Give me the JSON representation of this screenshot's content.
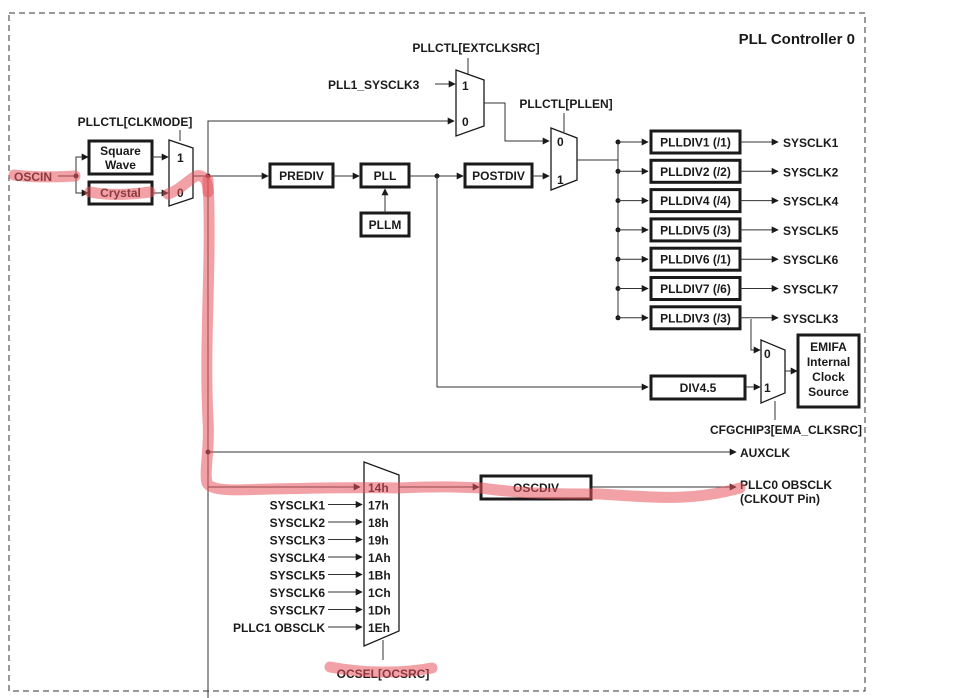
{
  "title": "PLL Controller 0",
  "oscin": "OSCIN",
  "clkmode_label": "PLLCTL[CLKMODE]",
  "square_wave": [
    "Square",
    "Wave"
  ],
  "crystal": "Crystal",
  "mux_in_1": "1",
  "mux_in_0": "0",
  "extclksrc_label": "PLLCTL[EXTCLKSRC]",
  "pll1_sysclk3": "PLL1_SYSCLK3",
  "pllen_label": "PLLCTL[PLLEN]",
  "prediv": "PREDIV",
  "pll": "PLL",
  "pllm": "PLLM",
  "postdiv": "POSTDIV",
  "dividers": [
    {
      "name": "PLLDIV1 (/1)",
      "out": "SYSCLK1"
    },
    {
      "name": "PLLDIV2 (/2)",
      "out": "SYSCLK2"
    },
    {
      "name": "PLLDIV4 (/4)",
      "out": "SYSCLK4"
    },
    {
      "name": "PLLDIV5 (/3)",
      "out": "SYSCLK5"
    },
    {
      "name": "PLLDIV6 (/1)",
      "out": "SYSCLK6"
    },
    {
      "name": "PLLDIV7 (/6)",
      "out": "SYSCLK7"
    },
    {
      "name": "PLLDIV3 (/3)",
      "out": "SYSCLK3"
    }
  ],
  "div45": "DIV4.5",
  "emifa": [
    "EMIFA",
    "Internal",
    "Clock",
    "Source"
  ],
  "cfgchip_label": "CFGCHIP3[EMA_CLKSRC]",
  "auxclk": "AUXCLK",
  "oscdiv": "OSCDIV",
  "obsclk_out": [
    "PLLC0 OBSCLK",
    "(CLKOUT Pin)"
  ],
  "ocsel_label": "OCSEL[OCSRC]",
  "ocsel_inputs": [
    {
      "src": "",
      "code": "14h"
    },
    {
      "src": "SYSCLK1",
      "code": "17h"
    },
    {
      "src": "SYSCLK2",
      "code": "18h"
    },
    {
      "src": "SYSCLK3",
      "code": "19h"
    },
    {
      "src": "SYSCLK4",
      "code": "1Ah"
    },
    {
      "src": "SYSCLK5",
      "code": "1Bh"
    },
    {
      "src": "SYSCLK6",
      "code": "1Ch"
    },
    {
      "src": "SYSCLK7",
      "code": "1Dh"
    },
    {
      "src": "PLLC1 OBSCLK",
      "code": "1Eh"
    }
  ],
  "colors": {
    "highlight": "#e8545c",
    "ink": "#1a1a1a"
  }
}
